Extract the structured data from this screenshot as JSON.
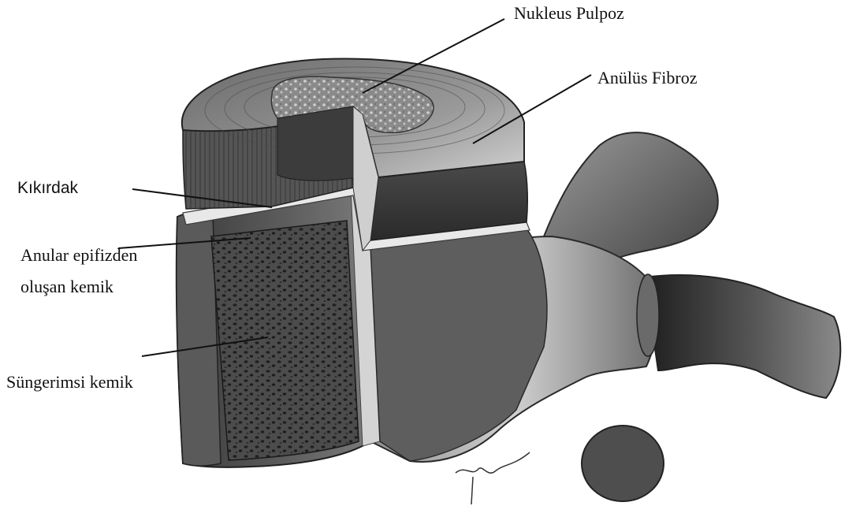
{
  "figure": {
    "labels": {
      "nucleus": "Nukleus Pulpoz",
      "annulus": "Anülüs Fibroz",
      "cartilage": "Kıkırdak",
      "epiphysis_line1": "Anular epifizden",
      "epiphysis_line2": "oluşan kemik",
      "spongy": "Süngerimsi kemik"
    }
  }
}
